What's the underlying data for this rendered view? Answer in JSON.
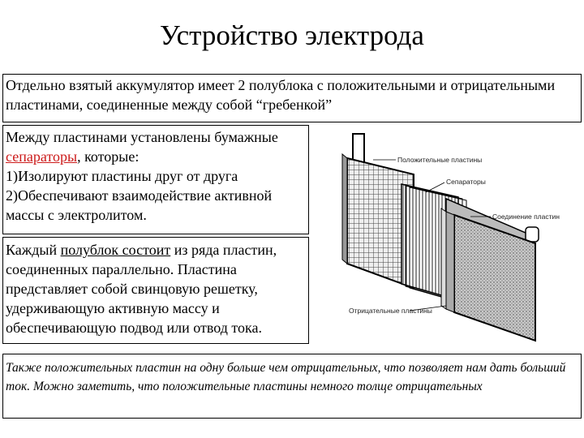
{
  "title": "Устройство электрода",
  "para1": "Отдельно взятый аккумулятор имеет 2 полублока с положительными и отрицательными пластинами, соединенные между собой “гребенкой”",
  "para2": {
    "before": "Между пластинами установлены бумажные ",
    "link": "сепараторы",
    "after": ", которые:",
    "item1": "1)Изолируют пластины друг от друга",
    "item2": "2)Обеспечивают взаимодействие активной массы с электролитом."
  },
  "para3": {
    "before": "Каждый ",
    "underlined": "полублок состоит",
    "after": " из ряда пластин, соединенных параллельно. Пластина представляет собой свинцовую решетку, удерживающую активную массу и обеспечивающую подвод или отвод тока."
  },
  "para4": "Также положительных пластин на одну больше чем отрицательных, что позволяет нам дать больший ток. Можно заметить, что положительные пластины немного толще отрицательных",
  "diagram": {
    "label_positive": "Положительные пластины",
    "label_separators": "Сепараторы",
    "label_connection": "Соединение пластин",
    "label_negative": "Отрицательные пластины"
  }
}
